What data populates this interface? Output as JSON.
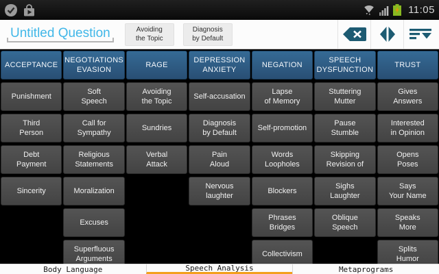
{
  "status_bar": {
    "time": "11:05",
    "icons_left": [
      "checkmark-notification-icon",
      "play-store-icon"
    ],
    "icons_right": [
      "wifi-icon",
      "signal-strength-icon",
      "battery-charging-icon"
    ]
  },
  "action_bar": {
    "question_title": "Untitled Question",
    "selected_signs": [
      "Avoiding\nthe Topic",
      "Diagnosis\nby Default"
    ],
    "action_icons": [
      "backspace-icon",
      "split-diamond-icon",
      "collapse-list-icon"
    ]
  },
  "grid": {
    "columns": [
      {
        "header": "ACCEPTANCE",
        "items": [
          "Punishment",
          "Third\nPerson",
          "Debt\nPayment",
          "Sincerity"
        ]
      },
      {
        "header": "NEGOTIATIONS\nEVASION",
        "items": [
          "Soft\nSpeech",
          "Call for\nSympathy",
          "Religious\nStatements",
          "Moralization",
          "Excuses",
          "Superfluous\nArguments"
        ]
      },
      {
        "header": "RAGE",
        "items": [
          "Avoiding\nthe Topic",
          "Sundries",
          "Verbal\nAttack"
        ]
      },
      {
        "header": "DEPRESSION\nANXIETY",
        "items": [
          "Self-accusation",
          "Diagnosis\nby Default",
          "Pain\nAloud",
          "Nervous\nlaughter"
        ]
      },
      {
        "header": "NEGATION",
        "items": [
          "Lapse\nof Memory",
          "Self-promotion",
          "Words\nLoopholes",
          "Blockers",
          "Phrases\nBridges",
          "Collectivism"
        ]
      },
      {
        "header": "SPEECH\nDYSFUNCTION",
        "items": [
          "Stuttering\nMutter",
          "Pause\nStumble",
          "Skipping\nRevision of",
          "Sighs\nLaughter",
          "Oblique\nSpeech"
        ]
      },
      {
        "header": "TRUST",
        "items": [
          "Gives\nAnswers",
          "Interested\nin Opinion",
          "Opens\nPoses",
          "Says\nYour Name",
          "Speaks\nMore",
          "Splits\nHumor"
        ]
      }
    ]
  },
  "tabs": {
    "items": [
      {
        "label": "Body Language",
        "selected": false
      },
      {
        "label": "Speech Analysis",
        "selected": true
      },
      {
        "label": "Metaprograms",
        "selected": false
      }
    ]
  },
  "colors": {
    "title_blue": "#41b7e8",
    "header_blue": "#2f5f87",
    "sign_gray": "#4b4b4b",
    "action_icon_teal": "#1d5b72",
    "tab_underline_orange": "#f3a01c",
    "battery_green": "#89b921"
  }
}
